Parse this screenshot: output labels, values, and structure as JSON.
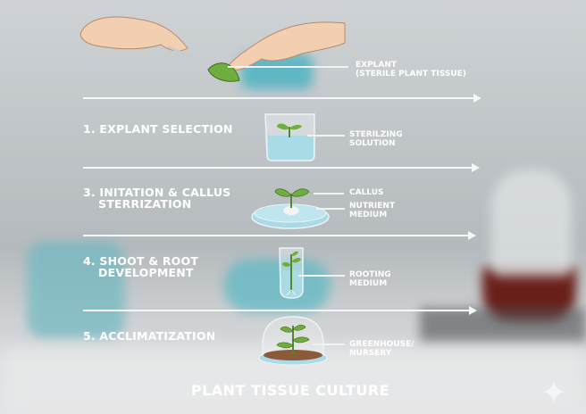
{
  "title": "PLANT TISSUE CULTURE",
  "header_callout": "EXPLANT\n(STERILE PLANT TISSUE)",
  "header_callout_lines": [
    "EXPLANT",
    "(STERILE PLANT TISSUE)"
  ],
  "steps": [
    {
      "lines": [
        "1. EXPLANT SELECTION"
      ],
      "callouts": [
        [
          "STERILZING",
          "SOLUTION"
        ]
      ]
    },
    {
      "lines": [
        "3. INITATION & CALLUS",
        "STERRIZATION"
      ],
      "callouts": [
        [
          "CALLUS"
        ],
        [
          "NUTRIENT",
          "MEDIUM"
        ]
      ]
    },
    {
      "lines": [
        "4. SHOOT & ROOT",
        "DEVELOPMENT"
      ],
      "callouts": [
        [
          "ROOTING",
          "MEDIUM"
        ]
      ]
    },
    {
      "lines": [
        "5. ACCLIMATIZATION"
      ],
      "callouts": [
        [
          "GREENHOUSE/",
          "NURSERY"
        ]
      ]
    }
  ],
  "colors": {
    "leaf": "#6fae3e",
    "liquid": "#a9dbe6",
    "soil": "#8a5a3a",
    "text": "#ffffff"
  }
}
